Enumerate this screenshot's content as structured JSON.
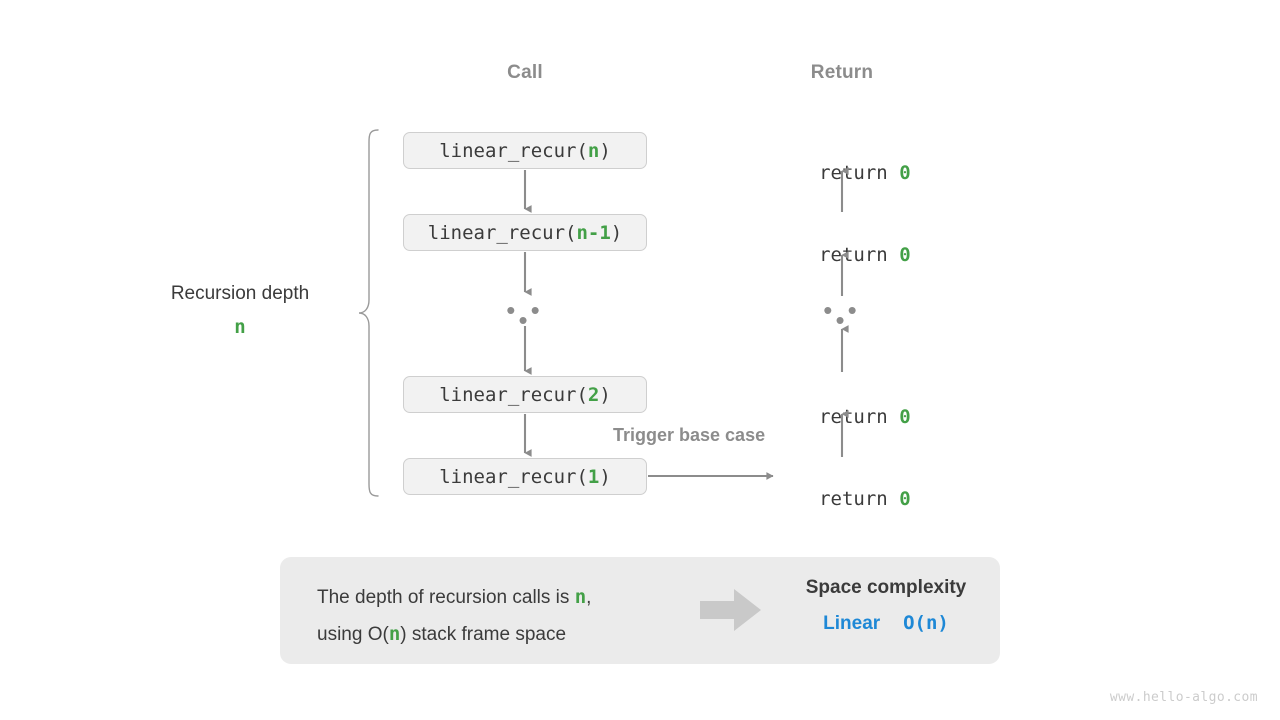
{
  "page": {
    "watermark": "www.hello-algo.com"
  },
  "headers": {
    "call": "Call",
    "return": "Return"
  },
  "depth": {
    "label": "Recursion depth",
    "value": "n"
  },
  "call_stack": {
    "frames": [
      {
        "prefix": "linear_recur(",
        "arg": "n",
        "suffix": ")"
      },
      {
        "prefix": "linear_recur(",
        "arg": "n-1",
        "suffix": ")"
      },
      {
        "prefix": "linear_recur(",
        "arg": "2",
        "suffix": ")"
      },
      {
        "prefix": "linear_recur(",
        "arg": "1",
        "suffix": ")"
      }
    ],
    "ellipsis": "• • •"
  },
  "returns": {
    "rows": [
      {
        "keyword": "return ",
        "value": "0"
      },
      {
        "keyword": "return ",
        "value": "0"
      },
      {
        "keyword": "return ",
        "value": "0"
      },
      {
        "keyword": "return ",
        "value": "0"
      }
    ],
    "ellipsis": "• • •"
  },
  "annotations": {
    "trigger_base_case": "Trigger base case"
  },
  "summary": {
    "line1_a": "The depth of recursion calls is ",
    "line1_n": "n",
    "line1_b": ",",
    "line2_a": "using O(",
    "line2_n": "n",
    "line2_b": ") stack frame space",
    "result_title": "Space complexity",
    "result_word": "Linear",
    "result_notation": "  O(n)"
  },
  "colors": {
    "green": "#43a047",
    "blue": "#1e88d6",
    "gray_text": "#3b3b3b",
    "gray_muted": "#8c8c8c",
    "box_fill": "#f2f2f2",
    "panel_fill": "#ebebeb",
    "arrow": "#8c8c8c"
  }
}
